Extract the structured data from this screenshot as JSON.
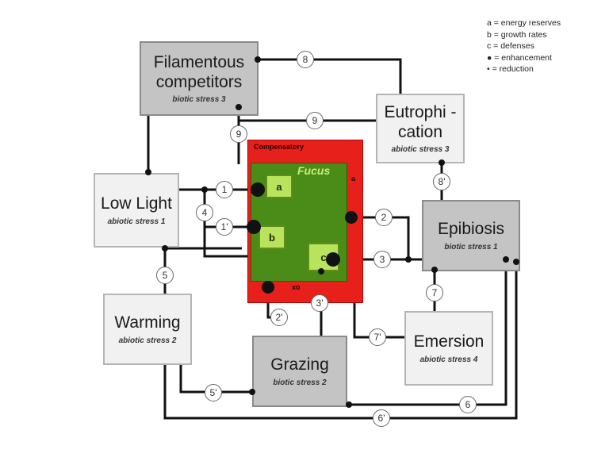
{
  "legend": [
    "a = energy reserves",
    "b = growth rates",
    "c = defenses",
    "● = enhancement",
    "• = reduction"
  ],
  "center": {
    "outer_label": "Compensatory",
    "focus_label": "Fucus",
    "bottom_label": "xo",
    "side_label": "a",
    "a_label": "a",
    "b_label": "b",
    "c_label": "c"
  },
  "nodes": {
    "filamentous": {
      "title": "Filamentous competitors",
      "subtitle": "biotic stress 3"
    },
    "eutrophication": {
      "title": "Eutrophi -cation",
      "subtitle": "abiotic stress 3"
    },
    "low_light": {
      "title": "Low Light",
      "subtitle": "abiotic stress 1"
    },
    "epibiosis": {
      "title": "Epibiosis",
      "subtitle": "biotic stress 1"
    },
    "warming": {
      "title": "Warming",
      "subtitle": "abiotic stress 2"
    },
    "grazing": {
      "title": "Grazing",
      "subtitle": "biotic stress 2"
    },
    "emersion": {
      "title": "Emersion",
      "subtitle": "abiotic stress 4"
    }
  },
  "interactions": [
    {
      "id": "i8",
      "label": "8"
    },
    {
      "id": "i9a",
      "label": "9"
    },
    {
      "id": "i9b",
      "label": "9"
    },
    {
      "id": "i8p",
      "label": "8'"
    },
    {
      "id": "i1",
      "label": "1"
    },
    {
      "id": "i4",
      "label": "4"
    },
    {
      "id": "i1p",
      "label": "1'"
    },
    {
      "id": "i2",
      "label": "2"
    },
    {
      "id": "i3",
      "label": "3"
    },
    {
      "id": "i5",
      "label": "5"
    },
    {
      "id": "i7",
      "label": "7"
    },
    {
      "id": "i3p",
      "label": "3'"
    },
    {
      "id": "i2p",
      "label": "2'"
    },
    {
      "id": "i7p",
      "label": "7'"
    },
    {
      "id": "i5p",
      "label": "5'"
    },
    {
      "id": "i6",
      "label": "6"
    },
    {
      "id": "i6p",
      "label": "6'"
    }
  ],
  "colors": {
    "compensatory_red": "#e8201b",
    "fucus_green": "#4a8c17",
    "sub_green": "#b9e35c",
    "dark_box": "#c4c4c4",
    "light_box": "#f1f1f1",
    "line": "#111111"
  }
}
